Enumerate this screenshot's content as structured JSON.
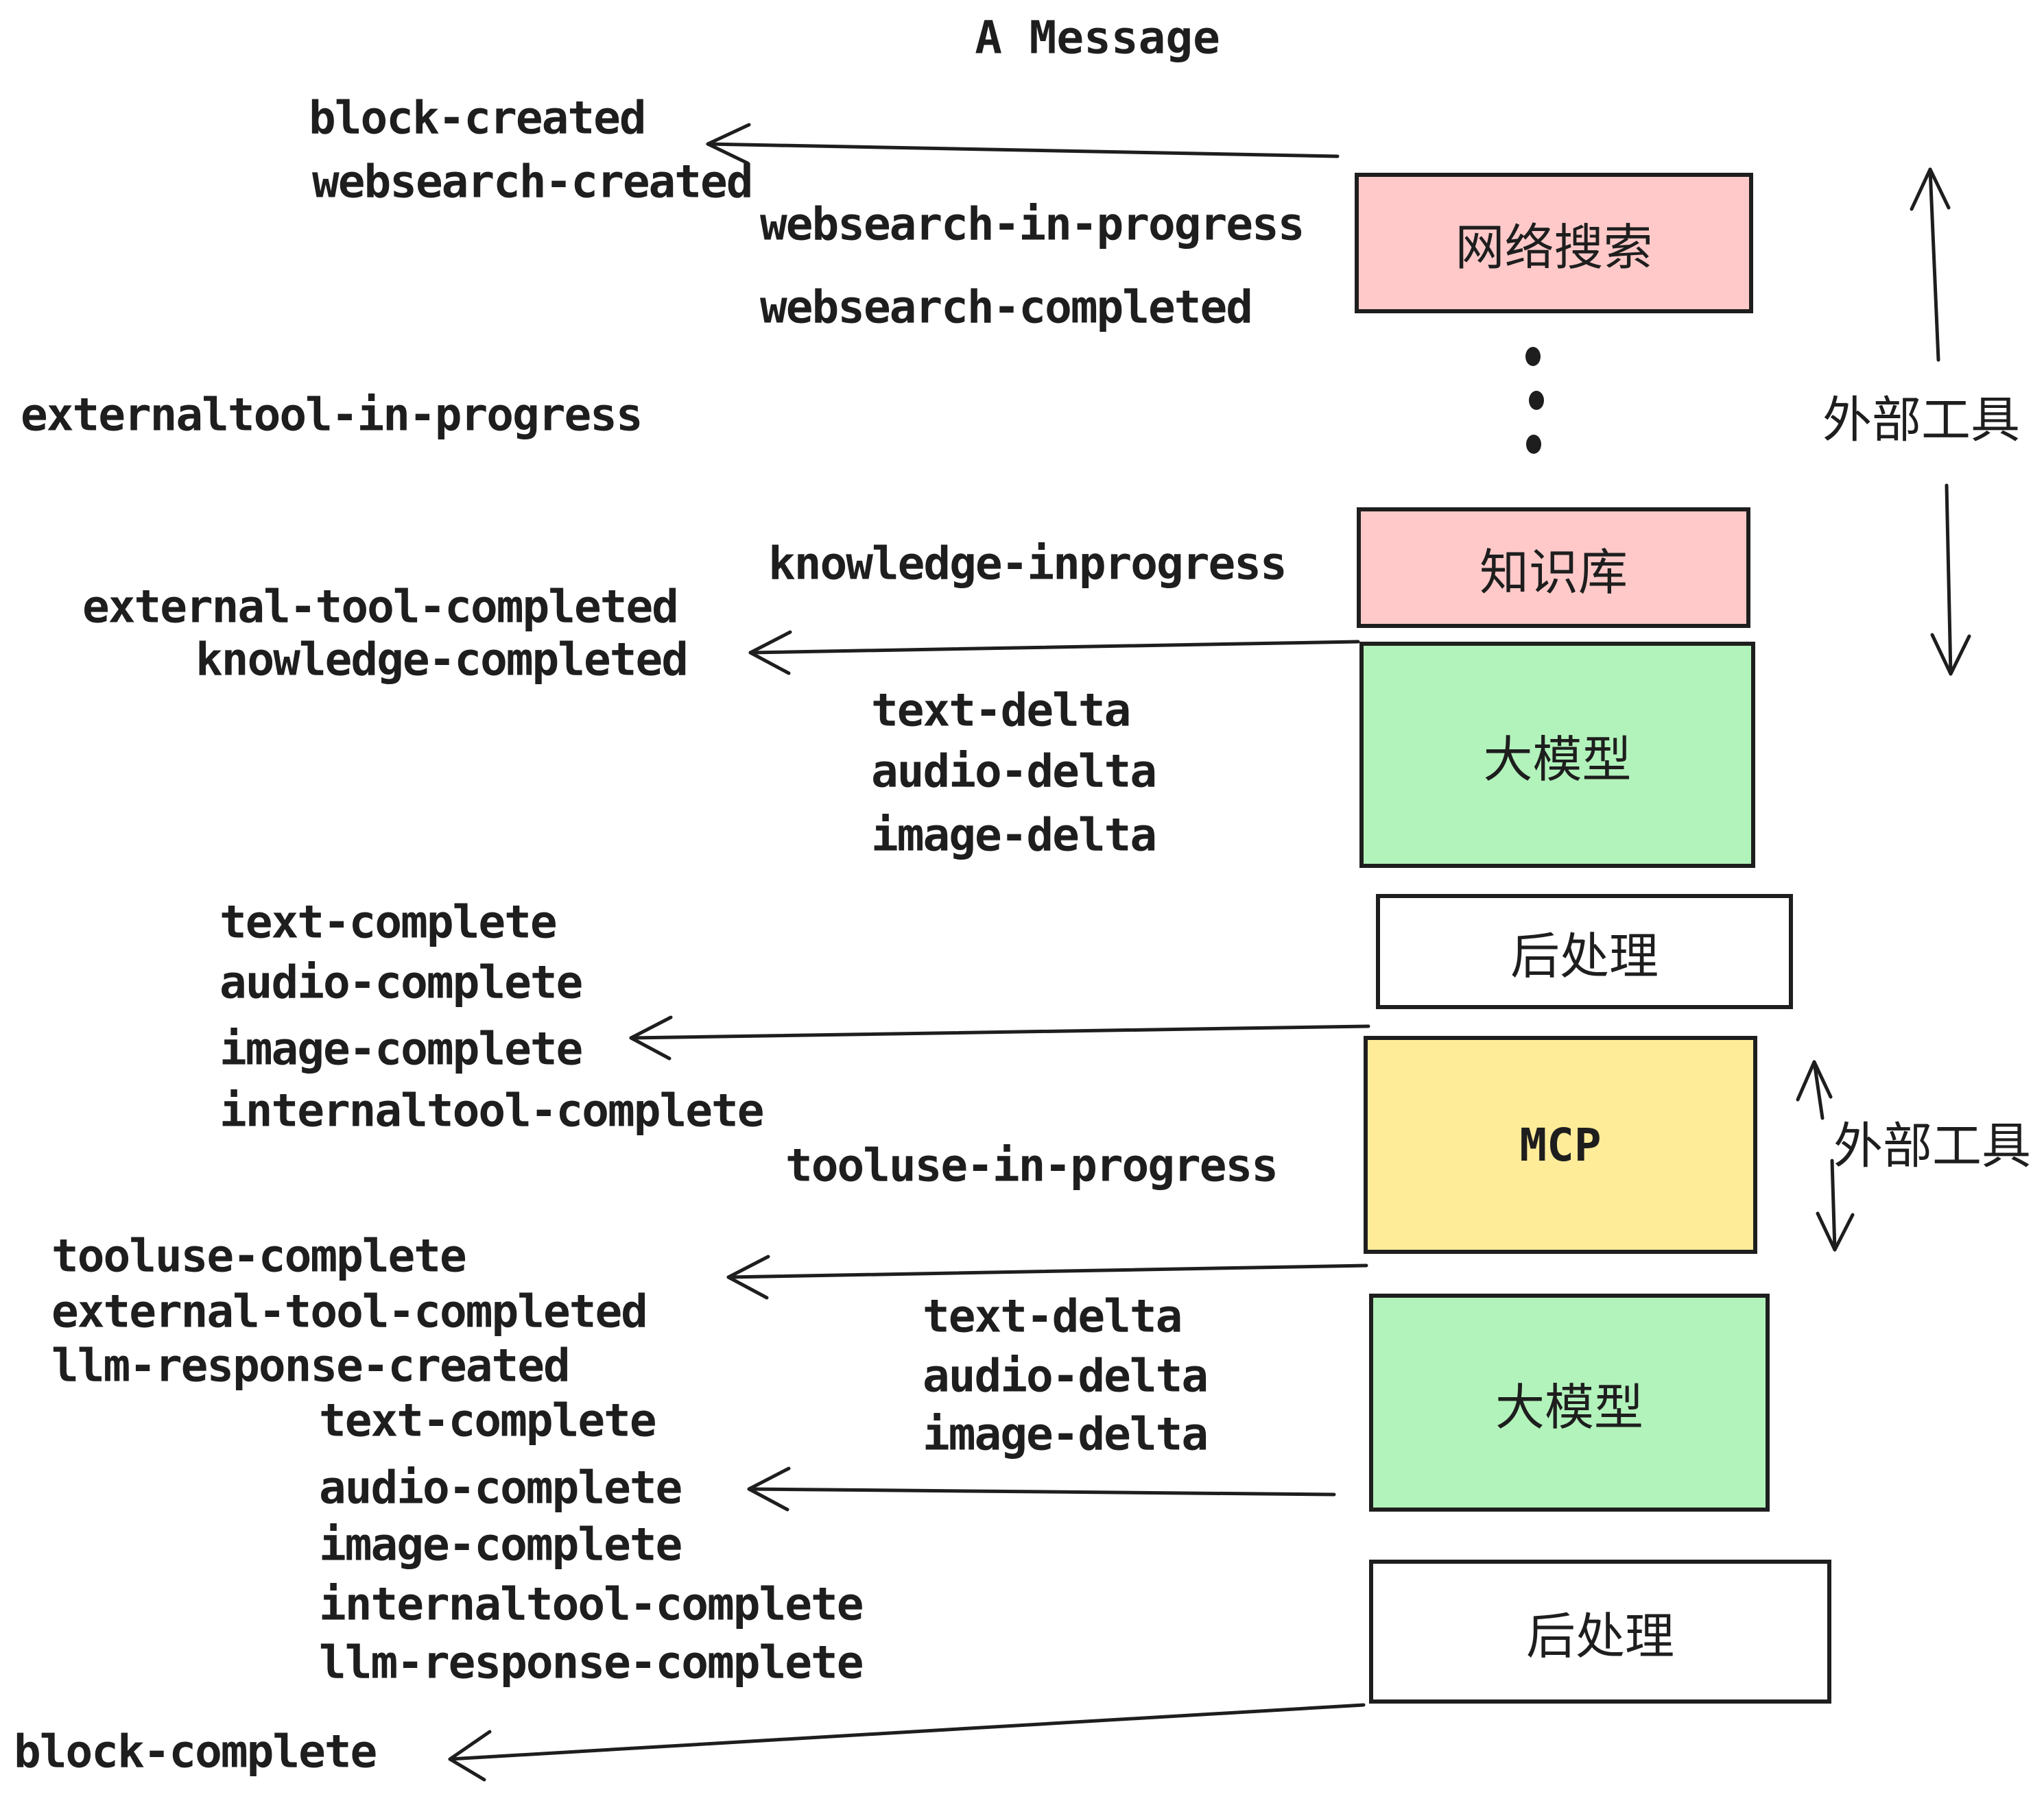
{
  "title": "A Message",
  "events": {
    "block_created": "block-created",
    "websearch_created": "websearch-created",
    "websearch_in_progress": "websearch-in-progress",
    "websearch_completed": "websearch-completed",
    "externaltool_in_progress": "externaltool-in-progress",
    "knowledge_inprogress": "knowledge-inprogress",
    "external_tool_completed": "external-tool-completed",
    "knowledge_completed": "knowledge-completed",
    "text_delta": "text-delta",
    "audio_delta": "audio-delta",
    "image_delta": "image-delta",
    "text_complete": "text-complete",
    "audio_complete": "audio-complete",
    "image_complete": "image-complete",
    "internaltool_complete": "internaltool-complete",
    "tooluse_in_progress": "tooluse-in-progress",
    "tooluse_complete": "tooluse-complete",
    "llm_response_created": "llm-response-created",
    "llm_response_complete": "llm-response-complete",
    "block_complete": "block-complete"
  },
  "nodes": {
    "web_search": "网络搜索",
    "knowledge_base": "知识库",
    "llm": "大模型",
    "post_process": "后处理",
    "mcp": "MCP"
  },
  "side_labels": {
    "external_tool": "外部工具"
  },
  "colors": {
    "pink": "#ffc9c9",
    "green": "#b2f2bb",
    "yellow": "#ffec99",
    "white": "#ffffff",
    "stroke": "#1e1e1e"
  }
}
